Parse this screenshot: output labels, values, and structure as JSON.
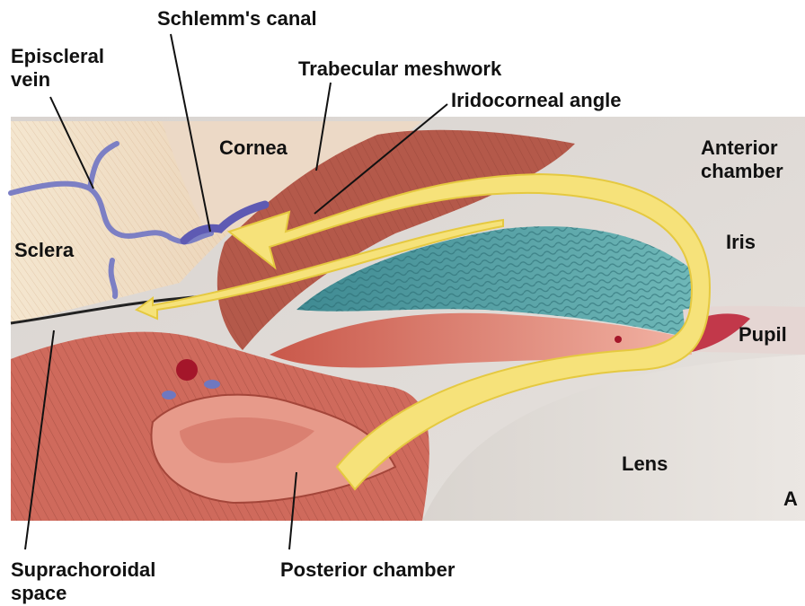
{
  "labels": {
    "schlemms_canal": "Schlemm's canal",
    "episcleral_vein_1": "Episcleral",
    "episcleral_vein_2": "vein",
    "trabecular_meshwork": "Trabecular meshwork",
    "iridocorneal_angle": "Iridocorneal angle",
    "cornea": "Cornea",
    "anterior_chamber_1": "Anterior",
    "anterior_chamber_2": "chamber",
    "sclera": "Sclera",
    "iris": "Iris",
    "pupil": "Pupil",
    "lens": "Lens",
    "panel_letter": "A",
    "suprachoroidal_space_1": "Suprachoroidal",
    "suprachoroidal_space_2": "space",
    "posterior_chamber": "Posterior chamber"
  },
  "colors": {
    "background": "#ffffff",
    "sclera": "#f2e2c8",
    "cornea": "#e9d2bf",
    "trabecular": "#b85a48",
    "iris_blue": "#4e9aa0",
    "ciliary": "#d86a58",
    "lens": "#e4e0dc",
    "vein": "#7c7fc4",
    "flow_arrow": "#f6e27a"
  },
  "icons": [
    "aqueous-flow-arrow",
    "episcleral-vein-icon",
    "schlemms-canal-icon"
  ]
}
